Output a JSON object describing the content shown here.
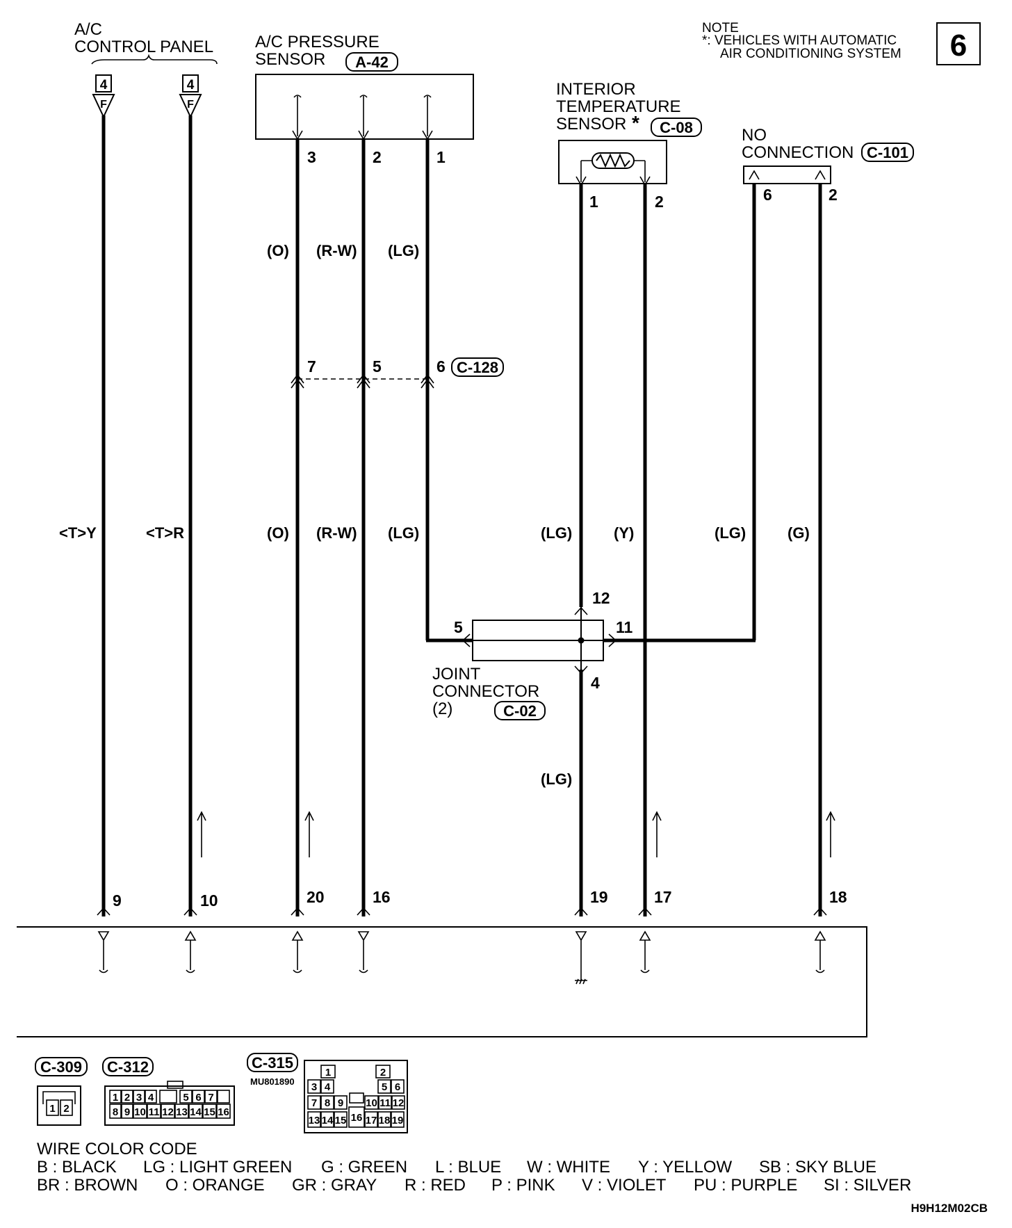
{
  "page_number": "6",
  "note": {
    "title": "NOTE",
    "star_text": "*: VEHICLES WITH AUTOMATIC",
    "star_text_2": "AIR CONDITIONING SYSTEM"
  },
  "components": {
    "ac_control_panel": {
      "line1": "A/C",
      "line2": "CONTROL PANEL",
      "conn_num": "4",
      "conn_letter": "F"
    },
    "ac_pressure_sensor": {
      "line1": "A/C PRESSURE",
      "line2": "SENSOR",
      "connector": "A-42",
      "pins": [
        "3",
        "2",
        "1"
      ]
    },
    "interior_temp_sensor": {
      "line1": "INTERIOR",
      "line2": "TEMPERATURE",
      "line3": "SENSOR",
      "star": "*",
      "connector": "C-08",
      "pins": [
        "1",
        "2"
      ]
    },
    "no_connection": {
      "line1": "NO",
      "line2": "CONNECTION",
      "connector": "C-101",
      "pins": [
        "6",
        "2"
      ]
    },
    "intermediate_connector": {
      "connector": "C-128",
      "pins": [
        "7",
        "5",
        "6"
      ]
    },
    "joint_connector": {
      "line1": "JOINT",
      "line2": "CONNECTOR",
      "line3": "(2)",
      "connector": "C-02",
      "pins": [
        "5",
        "12",
        "11",
        "4"
      ]
    }
  },
  "wire_colors_upper": [
    "(O)",
    "(R-W)",
    "(LG)"
  ],
  "wire_colors_middle": [
    "<T>Y",
    "<T>R",
    "(O)",
    "(R-W)",
    "(LG)",
    "(LG)",
    "(Y)",
    "(LG)",
    "(G)"
  ],
  "wire_color_lower": "(LG)",
  "ecu_pins": [
    "9",
    "10",
    "20",
    "16",
    "19",
    "17",
    "18"
  ],
  "connector_views": {
    "c309": {
      "label": "C-309",
      "cells": [
        "1",
        "2"
      ]
    },
    "c312": {
      "label": "C-312",
      "row1": [
        "1",
        "2",
        "3",
        "4",
        "5",
        "6",
        "7"
      ],
      "row2": [
        "8",
        "9",
        "10",
        "11",
        "12",
        "13",
        "14",
        "15",
        "16"
      ]
    },
    "c315": {
      "label": "C-315",
      "part_no": "MU801890",
      "row1": [
        "1",
        "2"
      ],
      "row2": [
        "3",
        "4",
        "5",
        "6"
      ],
      "row3": [
        "7",
        "8",
        "9",
        "10",
        "11",
        "12"
      ],
      "row4": [
        "13",
        "14",
        "15",
        "16",
        "17",
        "18",
        "19"
      ]
    }
  },
  "wire_color_code": {
    "title": "WIRE COLOR CODE",
    "line1": [
      "B : BLACK",
      "LG : LIGHT GREEN",
      "G : GREEN",
      "L : BLUE",
      "W : WHITE",
      "Y : YELLOW",
      "SB : SKY BLUE"
    ],
    "line2": [
      "BR : BROWN",
      "O : ORANGE",
      "GR : GRAY",
      "R : RED",
      "P : PINK",
      "V : VIOLET",
      "PU : PURPLE",
      "SI : SILVER"
    ]
  },
  "drawing_code": "H9H12M02CB"
}
